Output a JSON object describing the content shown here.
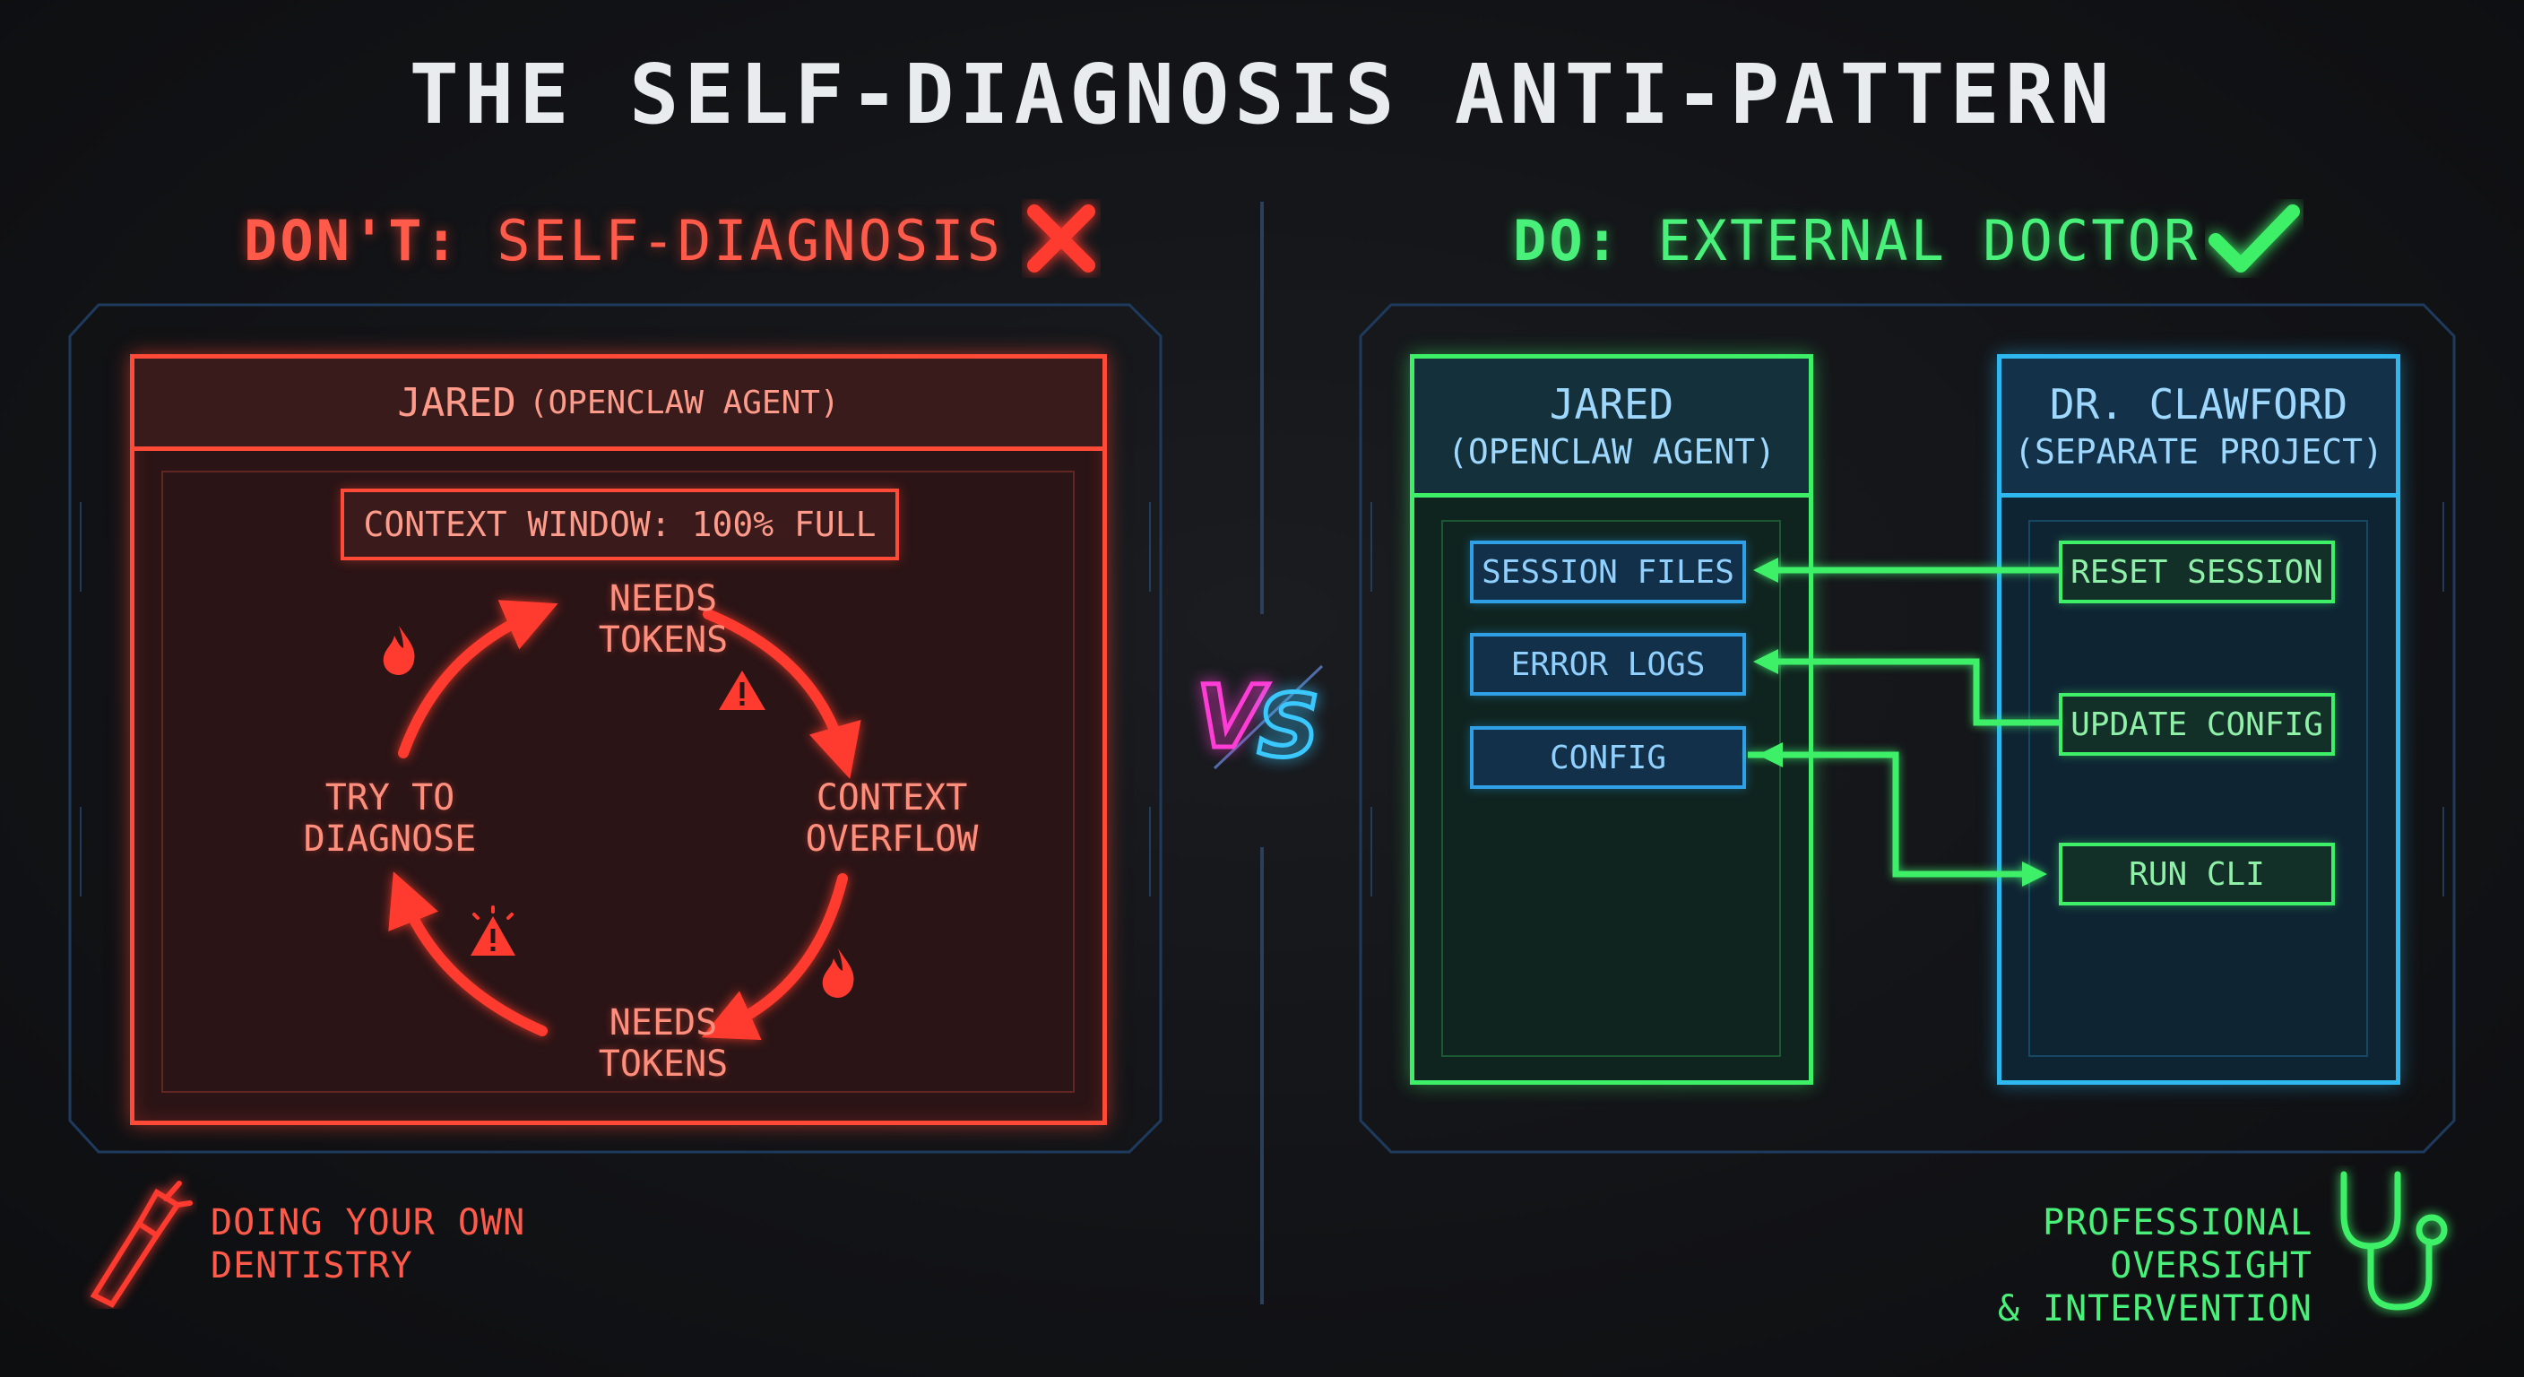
{
  "title": "THE SELF-DIAGNOSIS ANTI-PATTERN",
  "left": {
    "heading_prefix": "DON'T:",
    "heading_text": "SELF-DIAGNOSIS",
    "heading_icon": "x-mark-icon",
    "color": "#ff4a38",
    "panel": {
      "header_main": "JARED",
      "header_sub": "(OPENCLAW AGENT)",
      "context_badge": "CONTEXT WINDOW: 100% FULL",
      "cycle": [
        {
          "label_line1": "NEEDS",
          "label_line2": "TOKENS"
        },
        {
          "label_line1": "CONTEXT",
          "label_line2": "OVERFLOW"
        },
        {
          "label_line1": "NEEDS",
          "label_line2": "TOKENS"
        },
        {
          "label_line1": "TRY TO",
          "label_line2": "DIAGNOSE"
        }
      ],
      "decorations": [
        "fire-icon",
        "warning-icon",
        "fire-icon",
        "siren-warning-icon"
      ]
    },
    "caption_line1": "DOING YOUR OWN",
    "caption_line2": "DENTISTRY",
    "caption_icon": "dental-drill-icon"
  },
  "vs_label": "VS",
  "right": {
    "heading_prefix": "DO:",
    "heading_text": "EXTERNAL DOCTOR",
    "heading_icon": "check-mark-icon",
    "color": "#3ef068",
    "agent_panel": {
      "header_main": "JARED",
      "header_sub": "(OPENCLAW AGENT)",
      "items": [
        "SESSION FILES",
        "ERROR LOGS",
        "CONFIG"
      ]
    },
    "doctor_panel": {
      "header_main": "DR. CLAWFORD",
      "header_sub": "(SEPARATE PROJECT)",
      "actions": [
        "RESET SESSION",
        "UPDATE CONFIG",
        "RUN CLI"
      ]
    },
    "connections": [
      {
        "from": "RESET SESSION",
        "to": "SESSION FILES"
      },
      {
        "from": "UPDATE CONFIG",
        "to": "ERROR LOGS"
      },
      {
        "from": "CONFIG",
        "to": "RUN CLI"
      }
    ],
    "caption_line1": "PROFESSIONAL OVERSIGHT",
    "caption_line2": "& INTERVENTION",
    "caption_icon": "stethoscope-icon"
  }
}
